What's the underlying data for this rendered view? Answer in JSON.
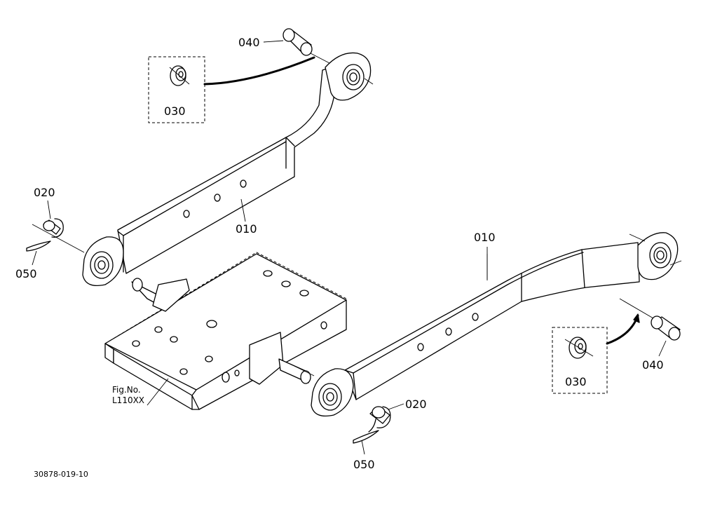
{
  "callouts": {
    "top_arm": "010",
    "right_arm": "010",
    "pin_left": "020",
    "pin_right": "020",
    "washer_left": "030",
    "washer_right": "030",
    "bushing_left": "040",
    "bushing_right": "040",
    "linchpin_left": "050",
    "linchpin_right": "050"
  },
  "figure_ref": {
    "line1": "Fig.No.",
    "line2": "L110XX"
  },
  "drawing_number": "30878-019-10"
}
